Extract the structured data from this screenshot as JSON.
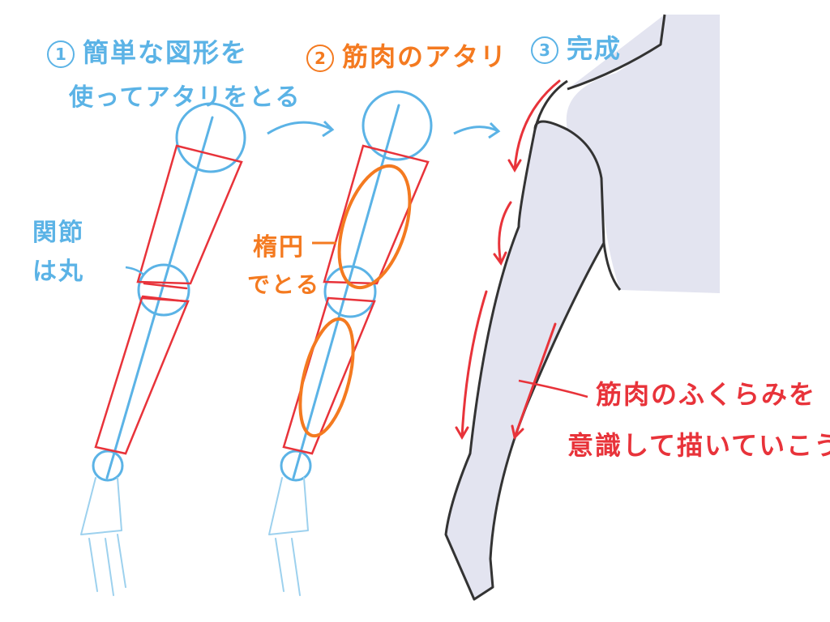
{
  "steps": [
    {
      "number": "1",
      "line1": "簡単な図形を",
      "line2": "使ってアタリをとる"
    },
    {
      "number": "2",
      "line1": "筋肉のアタリ"
    },
    {
      "number": "3",
      "line1": "完成"
    }
  ],
  "annotations": {
    "joint_line1": "関節",
    "joint_line2": "は丸",
    "ellipse_line1": "楕円",
    "ellipse_line2": "でとる",
    "muscle_line1": "筋肉のふくらみを",
    "muscle_line2": "意識して描いていこう"
  },
  "colors": {
    "blue": "#5bb3e6",
    "red": "#e8333a",
    "orange": "#f47a20",
    "skin": "#e3e4f0",
    "outline": "#333333"
  }
}
